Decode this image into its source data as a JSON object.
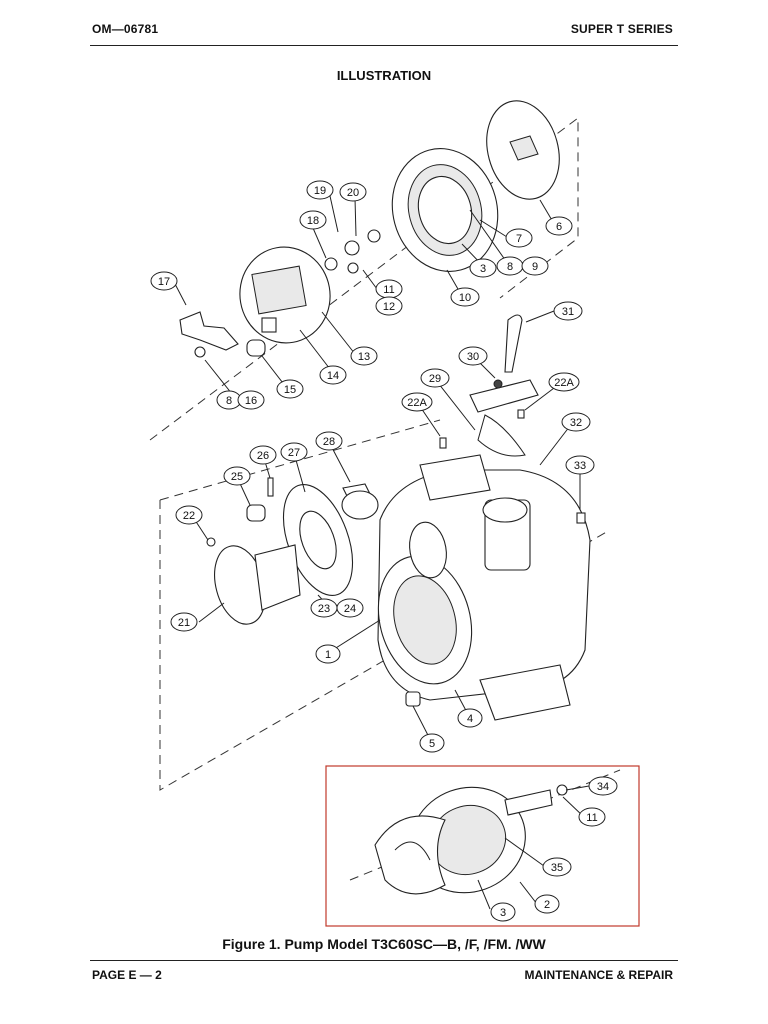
{
  "header": {
    "left": "OM—06781",
    "right": "SUPER T SERIES"
  },
  "section_title": "ILLUSTRATION",
  "figure_caption": "Figure 1. Pump Model T3C60SC—B, /F, /FM. /WW",
  "footer": {
    "left": "PAGE E — 2",
    "right": "MAINTENANCE & REPAIR"
  },
  "inset_border_color": "#c0392b",
  "callouts": [
    "19",
    "20",
    "18",
    "6",
    "7",
    "3",
    "8",
    "9",
    "10",
    "11",
    "12",
    "17",
    "13",
    "14",
    "15",
    "8",
    "16",
    "31",
    "30",
    "29",
    "22A",
    "22A",
    "32",
    "26",
    "27",
    "28",
    "33",
    "25",
    "22",
    "21",
    "23",
    "24",
    "1",
    "4",
    "5",
    "34",
    "11",
    "35",
    "2",
    "3"
  ]
}
